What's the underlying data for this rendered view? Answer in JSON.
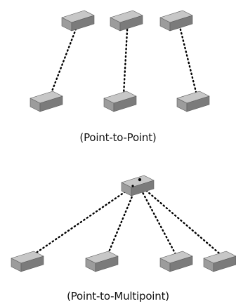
{
  "captions": {
    "point_to_point": "(Point-to-Point)",
    "point_to_multipoint": "(Point-to-Multipoint)"
  },
  "colors": {
    "box_top": "#c7c7c7",
    "box_front": "#9c9c9c",
    "box_right": "#7b7b7b",
    "box_edge": "#5a5a5a",
    "link": "#000000",
    "text": "#111111"
  },
  "diagrams": {
    "point_to_point": {
      "links": 3,
      "devices": 6
    },
    "point_to_multipoint": {
      "links": 4,
      "devices": 5,
      "hub_count": 1
    }
  }
}
